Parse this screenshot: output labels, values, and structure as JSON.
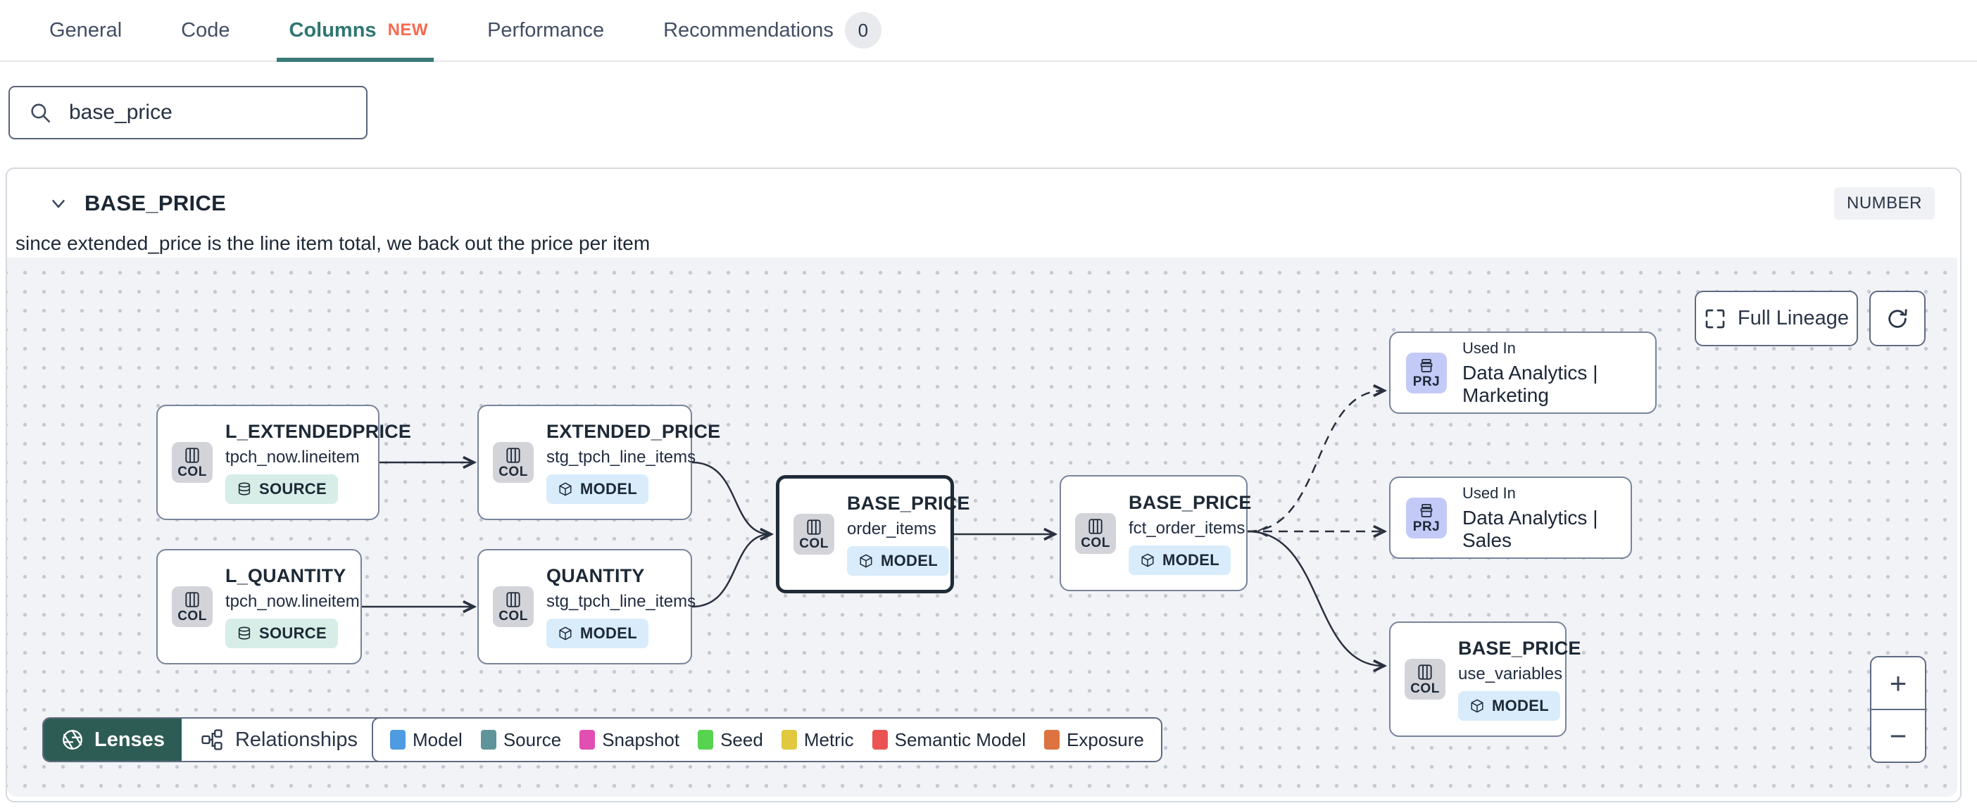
{
  "tabs": {
    "items": [
      {
        "label": "General",
        "active": false
      },
      {
        "label": "Code",
        "active": false
      },
      {
        "label": "Columns",
        "active": true,
        "new_badge": "NEW"
      },
      {
        "label": "Performance",
        "active": false
      },
      {
        "label": "Recommendations",
        "active": false,
        "count": "0"
      }
    ],
    "active_color": "#2f7673",
    "new_badge_color": "#f86a50"
  },
  "search": {
    "value": "base_price"
  },
  "column_panel": {
    "title": "BASE_PRICE",
    "type_badge": "NUMBER",
    "description": "since extended_price is the line item total, we back out the price per item"
  },
  "lineage": {
    "controls": {
      "full_lineage_label": "Full Lineage",
      "lenses_label": "Lenses",
      "relationships_label": "Relationships",
      "zoom_in": "+",
      "zoom_out": "−"
    },
    "nodes": [
      {
        "icon_label": "COL",
        "title": "L_EXTENDEDPRICE",
        "subtitle": "tpch_now.lineitem",
        "badge": "SOURCE",
        "badge_type": "source",
        "selected": false
      },
      {
        "icon_label": "COL",
        "title": "L_QUANTITY",
        "subtitle": "tpch_now.lineitem",
        "badge": "SOURCE",
        "badge_type": "source",
        "selected": false
      },
      {
        "icon_label": "COL",
        "title": "EXTENDED_PRICE",
        "subtitle": "stg_tpch_line_items",
        "badge": "MODEL",
        "badge_type": "model",
        "selected": false
      },
      {
        "icon_label": "COL",
        "title": "QUANTITY",
        "subtitle": "stg_tpch_line_items",
        "badge": "MODEL",
        "badge_type": "model",
        "selected": false
      },
      {
        "icon_label": "COL",
        "title": "BASE_PRICE",
        "subtitle": "order_items",
        "badge": "MODEL",
        "badge_type": "model",
        "selected": true
      },
      {
        "icon_label": "COL",
        "title": "BASE_PRICE",
        "subtitle": "fct_order_items",
        "badge": "MODEL",
        "badge_type": "model",
        "selected": false
      },
      {
        "icon_label": "PRJ",
        "used_in": "Used In",
        "name": "Data Analytics | Marketing",
        "selected": false
      },
      {
        "icon_label": "PRJ",
        "used_in": "Used In",
        "name": "Data Analytics | Sales",
        "selected": false
      },
      {
        "icon_label": "COL",
        "title": "BASE_PRICE",
        "subtitle": "use_variables",
        "badge": "MODEL",
        "badge_type": "model",
        "selected": false
      }
    ],
    "legend": [
      {
        "label": "Model",
        "color": "#4f9be1"
      },
      {
        "label": "Source",
        "color": "#5f949b"
      },
      {
        "label": "Snapshot",
        "color": "#e04fb1"
      },
      {
        "label": "Seed",
        "color": "#57d34f"
      },
      {
        "label": "Metric",
        "color": "#e0c83f"
      },
      {
        "label": "Semantic Model",
        "color": "#eb5252"
      },
      {
        "label": "Exposure",
        "color": "#dd7340"
      }
    ],
    "colors": {
      "lenses_green": "#2d5c55",
      "source_badge_bg": "#d6eee7",
      "model_badge_bg": "#d9ecfb",
      "col_icon_bg": "#d2d4da",
      "prj_icon_bg": "#c4caf7",
      "canvas_bg": "#f2f3f6",
      "edge": "#29303f",
      "selected_border": "#1f2b38"
    }
  }
}
